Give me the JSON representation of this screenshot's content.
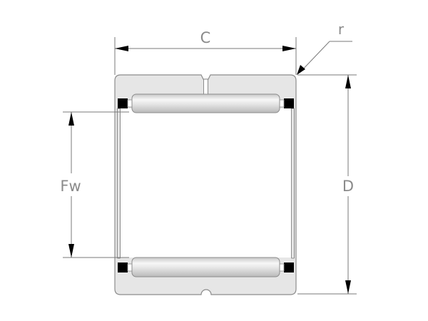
{
  "diagram": {
    "subject": "needle roller bearing (drawn cup) cross-section",
    "labels": {
      "width": "C",
      "radius": "r",
      "outer_diameter": "D",
      "roller_set_bore": "Fw"
    },
    "colors": {
      "shell_fill": "#e6e6e6",
      "shell_stroke": "#8c8c8c",
      "dimension_line": "#7a7a7a",
      "seal": "#000000",
      "label": "#8a8a8a"
    }
  }
}
